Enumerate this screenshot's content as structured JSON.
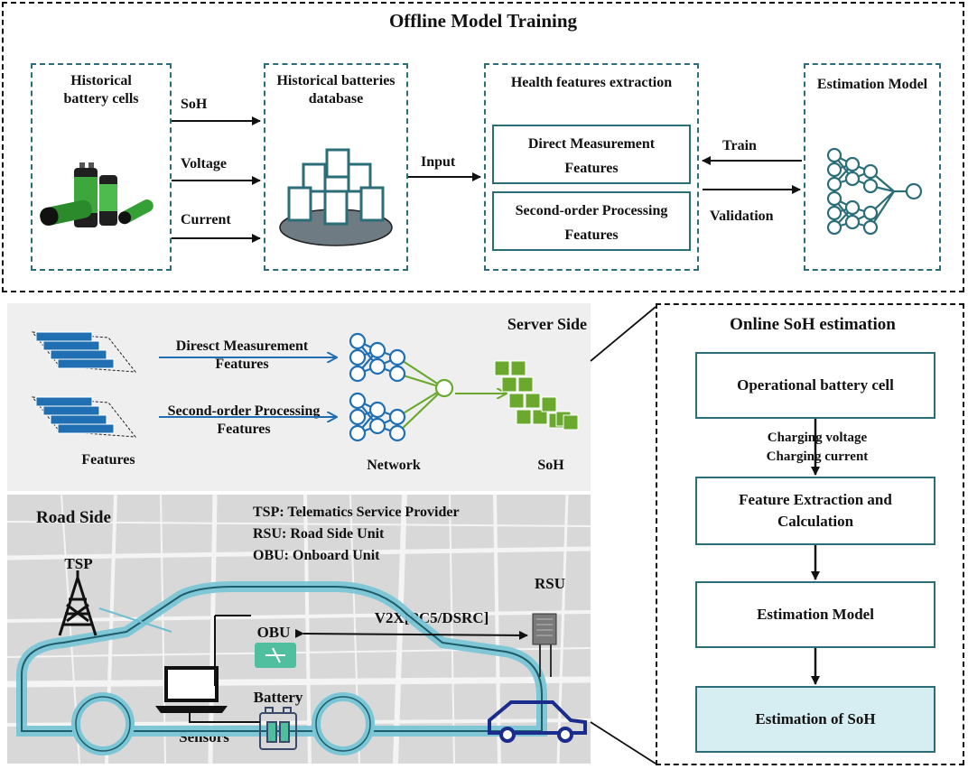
{
  "offline": {
    "title": "Offline Model Training",
    "historical_cells": "Historical battery cells",
    "database": "Historical batteries database",
    "health_extraction": "Health features extraction",
    "direct_features": "Direct Measurement Features",
    "second_features": "Second-order Processing Features",
    "estimation_model": "Estimation Model",
    "arrow_soh": "SoH",
    "arrow_voltage": "Voltage",
    "arrow_current": "Current",
    "arrow_input": "Input",
    "arrow_train": "Train",
    "arrow_validation": "Validation"
  },
  "server": {
    "title": "Server Side",
    "direct_label": "Diresct Measurement Features",
    "second_label": "Second-order Processing Features",
    "features_label": "Features",
    "network_label": "Network",
    "soh_label": "SoH"
  },
  "road": {
    "title": "Road Side",
    "legend_tsp": "TSP: Telematics Service Provider",
    "legend_rsu": "RSU: Road Side Unit",
    "legend_obu": "OBU: Onboard Unit",
    "tsp": "TSP",
    "rsu": "RSU",
    "obu": "OBU",
    "v2x": "V2X[PC5/DSRC]",
    "battery": "Battery",
    "sensors": "Sensors"
  },
  "online": {
    "title": "Online SoH estimation",
    "step1": "Operational battery cell",
    "charging_voltage": "Charging voltage",
    "charging_current": "Charging current",
    "step2": "Feature Extraction and Calculation",
    "step3": "Estimation Model",
    "step4": "Estimation of SoH"
  },
  "colors": {
    "teal": "#2c6e78",
    "blue": "#1f6fb2",
    "green": "#6aa92e",
    "light_panel": "#efefef",
    "map": "#d6d6d6",
    "highlight": "#d6eef2"
  },
  "icons": [
    "battery-icon",
    "database-icon",
    "neural-network-icon",
    "tower-icon",
    "router-icon",
    "laptop-icon",
    "battery-pack-icon",
    "car-icon",
    "rsu-device-icon"
  ]
}
